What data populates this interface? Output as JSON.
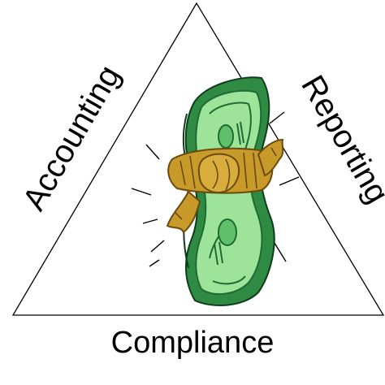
{
  "diagram": {
    "labels": {
      "left": "Accounting",
      "right": "Reporting",
      "bottom": "Compliance"
    },
    "center_image": "money-tied-with-rope-clipart",
    "colors": {
      "outline": "#000000",
      "bill_light": "#9ee39a",
      "bill_mid": "#5fc06a",
      "bill_dark": "#1e6b33",
      "rope": "#c79a2a",
      "rope_dark": "#6b4a0e"
    }
  }
}
